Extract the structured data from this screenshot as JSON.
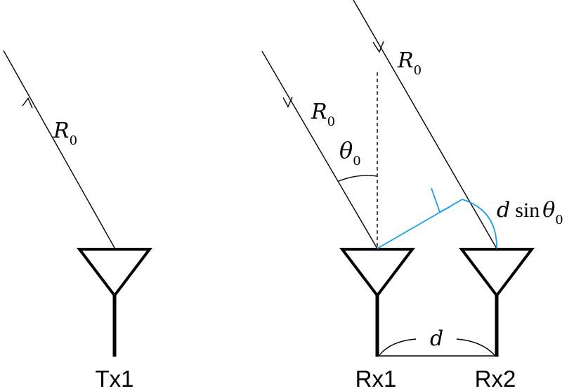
{
  "diagram": {
    "antennas": {
      "tx1": "Tx1",
      "rx1": "Rx1",
      "rx2": "Rx2"
    },
    "labels": {
      "range_symbol": "R",
      "range_subscript": "0",
      "angle_symbol": "θ",
      "angle_subscript": "0",
      "path_diff_d": "d",
      "path_diff_sin": "sin",
      "path_diff_theta": "θ",
      "path_diff_subscript": "0",
      "baseline": "d"
    },
    "colors": {
      "line": "#000000",
      "highlight": "#1aa0e8"
    }
  }
}
